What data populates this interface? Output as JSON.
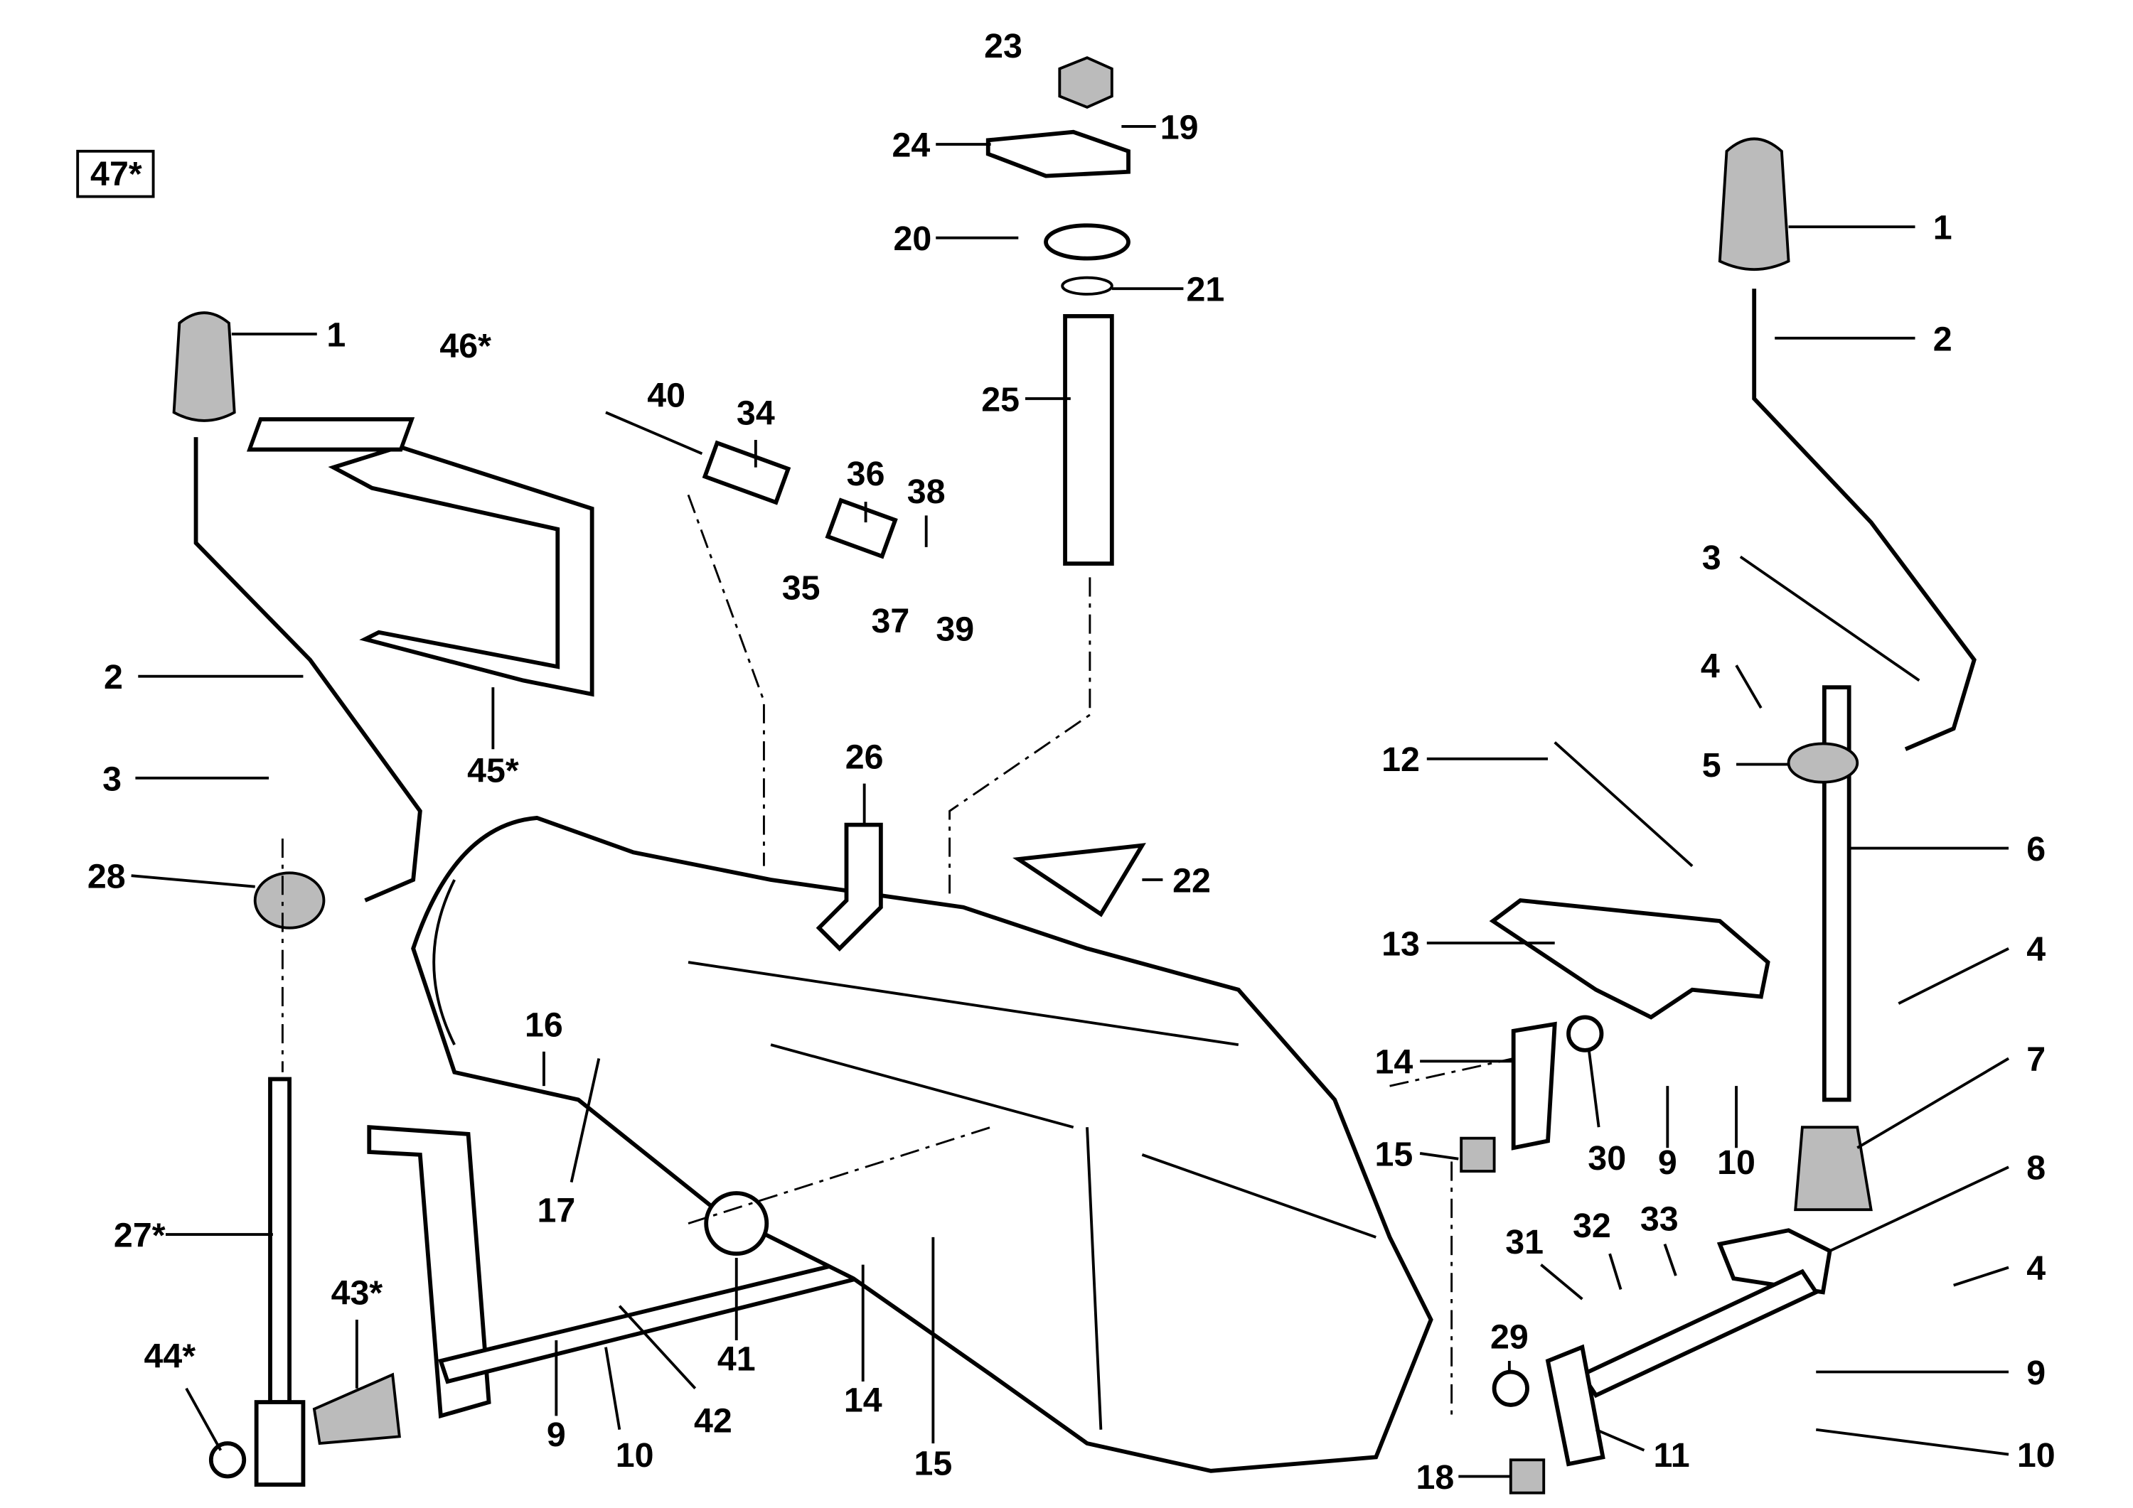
{
  "diagram": {
    "set_label": "47*",
    "callouts": [
      "23",
      "24",
      "19",
      "20",
      "21",
      "25",
      "1",
      "46*",
      "40",
      "34",
      "36",
      "38",
      "35",
      "37",
      "39",
      "2",
      "45*",
      "3",
      "28",
      "26",
      "22",
      "12",
      "13",
      "16",
      "17",
      "14",
      "15",
      "30",
      "9",
      "10",
      "27*",
      "43*",
      "44*",
      "9",
      "10",
      "42",
      "41",
      "14",
      "15",
      "31",
      "32",
      "33",
      "29",
      "18",
      "11",
      "1",
      "2",
      "3",
      "4",
      "5",
      "6",
      "4",
      "7",
      "8",
      "4",
      "9",
      "10"
    ]
  }
}
